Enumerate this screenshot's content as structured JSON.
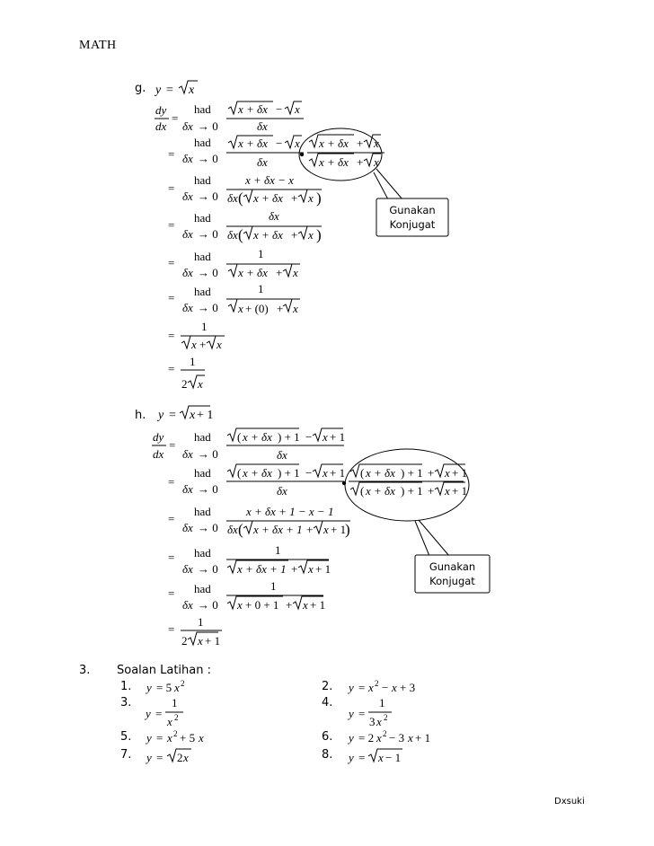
{
  "header": {
    "title": "MATH"
  },
  "part_g": {
    "label": "g.",
    "problem": "y = √x",
    "limit_word": "had",
    "limit_sub": "δx → 0",
    "steps": [
      {
        "lhs": "dy/dx =",
        "num": "√(x + δx) − √x",
        "den": "δx"
      },
      {
        "lhs": "=",
        "num": "√(x + δx) − √x",
        "den": "δx",
        "mult_num": "√(x + δx) + √x",
        "mult_den": "√(x + δx) + √x"
      },
      {
        "lhs": "=",
        "num": "x + δx − x",
        "den": "δx(√(x + δx) + √x)"
      },
      {
        "lhs": "=",
        "num": "δx",
        "den": "δx(√(x + δx) + √x)"
      },
      {
        "lhs": "=",
        "num": "1",
        "den": "√(x + δx) + √x"
      },
      {
        "lhs": "=",
        "num": "1",
        "den": "√(x + (0)) + √x"
      },
      {
        "lhs": "=",
        "num": "1",
        "den": "√x + √x"
      },
      {
        "lhs": "=",
        "num": "1",
        "den": "2√x"
      }
    ],
    "callout": [
      "Gunakan",
      "Konjugat"
    ]
  },
  "part_h": {
    "label": "h.",
    "problem": "y = √(x + 1)",
    "limit_word": "had",
    "limit_sub": "δx → 0",
    "steps": [
      {
        "lhs": "dy/dx =",
        "num": "√((x + δx) + 1) − √(x + 1)",
        "den": "δx"
      },
      {
        "lhs": "=",
        "num": "√((x + δx) + 1) − √(x + 1)",
        "den": "δx",
        "mult_num": "√((x + δx) + 1) + √(x + 1)",
        "mult_den": "√((x + δx) + 1) + √(x + 1)"
      },
      {
        "lhs": "=",
        "num": "x + δx + 1 − x − 1",
        "den": "δx(√(x + δx + 1) + √(x + 1))"
      },
      {
        "lhs": "=",
        "num": "1",
        "den": "√(x + δx + 1) + √(x + 1)"
      },
      {
        "lhs": "=",
        "num": "1",
        "den": "√(x + 0 + 1) + √(x + 1)"
      },
      {
        "lhs": "=",
        "num": "1",
        "den": "2√(x + 1)"
      }
    ],
    "callout": [
      "Gunakan",
      "Konjugat"
    ]
  },
  "exercises": {
    "number": "3.",
    "heading": "Soalan Latihan :",
    "items": [
      {
        "n": "1.",
        "expr": "y = 5x²"
      },
      {
        "n": "2.",
        "expr": "y = x² − x + 3"
      },
      {
        "n": "3.",
        "expr": "y = 1/x²"
      },
      {
        "n": "4.",
        "expr": "y = 1/(3x²)"
      },
      {
        "n": "5.",
        "expr": "y = x² + 5x"
      },
      {
        "n": "6.",
        "expr": "y = 2x² − 3x + 1"
      },
      {
        "n": "7.",
        "expr": "y = √(2x)"
      },
      {
        "n": "8.",
        "expr": "y = √(x − 1)"
      }
    ]
  },
  "footer": {
    "author": "Dxsuki"
  }
}
